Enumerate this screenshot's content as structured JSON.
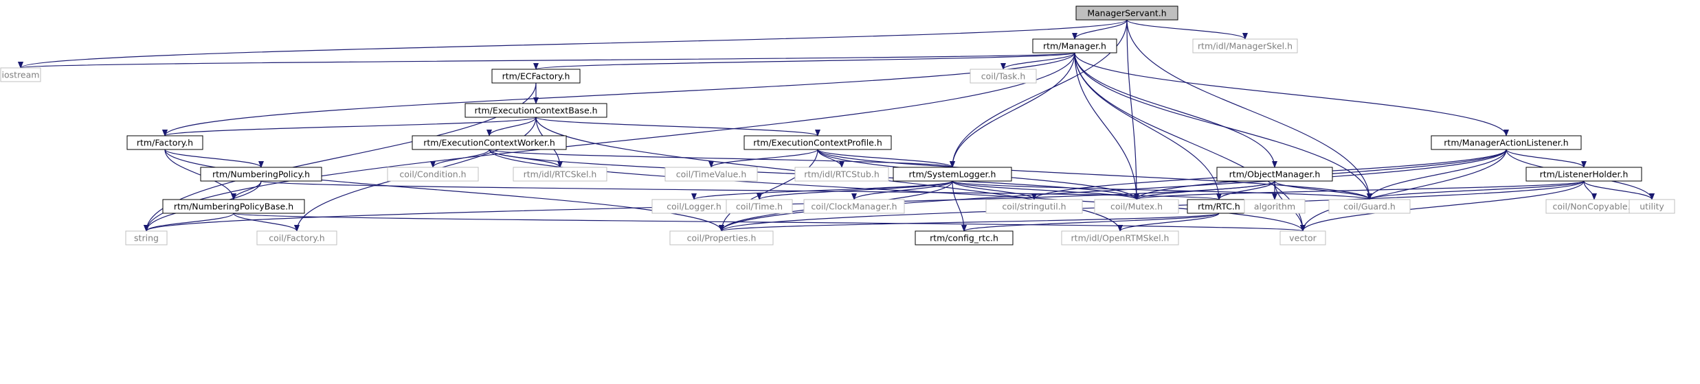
{
  "colors": {
    "edge": "#191970",
    "node_border_internal": "#000000",
    "node_border_external": "#bfbfbf",
    "root_fill": "#bfbfbf",
    "text_internal": "#000000",
    "text_external": "#7f7f7f"
  },
  "nodes": [
    {
      "id": "ManagerServant",
      "label": "ManagerServant.h",
      "kind": "root"
    },
    {
      "id": "Manager",
      "label": "rtm/Manager.h",
      "kind": "internal"
    },
    {
      "id": "ManagerSkel",
      "label": "rtm/idl/ManagerSkel.h",
      "kind": "external"
    },
    {
      "id": "iostream",
      "label": "iostream",
      "kind": "external"
    },
    {
      "id": "ECFactory",
      "label": "rtm/ECFactory.h",
      "kind": "internal"
    },
    {
      "id": "Task",
      "label": "coil/Task.h",
      "kind": "external"
    },
    {
      "id": "ECBase",
      "label": "rtm/ExecutionContextBase.h",
      "kind": "internal"
    },
    {
      "id": "Factory",
      "label": "rtm/Factory.h",
      "kind": "internal"
    },
    {
      "id": "ECWorker",
      "label": "rtm/ExecutionContextWorker.h",
      "kind": "internal"
    },
    {
      "id": "ECProfile",
      "label": "rtm/ExecutionContextProfile.h",
      "kind": "internal"
    },
    {
      "id": "MAListener",
      "label": "rtm/ManagerActionListener.h",
      "kind": "internal"
    },
    {
      "id": "NumPolicy",
      "label": "rtm/NumberingPolicy.h",
      "kind": "internal"
    },
    {
      "id": "Condition",
      "label": "coil/Condition.h",
      "kind": "external"
    },
    {
      "id": "RTCSkel",
      "label": "rtm/idl/RTCSkel.h",
      "kind": "external"
    },
    {
      "id": "TimeValue",
      "label": "coil/TimeValue.h",
      "kind": "external"
    },
    {
      "id": "RTCStub",
      "label": "rtm/idl/RTCStub.h",
      "kind": "external"
    },
    {
      "id": "SysLogger",
      "label": "rtm/SystemLogger.h",
      "kind": "internal"
    },
    {
      "id": "ObjManager",
      "label": "rtm/ObjectManager.h",
      "kind": "internal"
    },
    {
      "id": "ListenerHolder",
      "label": "rtm/ListenerHolder.h",
      "kind": "internal"
    },
    {
      "id": "NumPolicyBase",
      "label": "rtm/NumberingPolicyBase.h",
      "kind": "internal"
    },
    {
      "id": "Logger",
      "label": "coil/Logger.h",
      "kind": "external"
    },
    {
      "id": "Time",
      "label": "coil/Time.h",
      "kind": "external"
    },
    {
      "id": "ClockManager",
      "label": "coil/ClockManager.h",
      "kind": "external"
    },
    {
      "id": "stringutil",
      "label": "coil/stringutil.h",
      "kind": "external"
    },
    {
      "id": "Mutex",
      "label": "coil/Mutex.h",
      "kind": "external"
    },
    {
      "id": "RTC",
      "label": "rtm/RTC.h",
      "kind": "internal"
    },
    {
      "id": "algorithm",
      "label": "algorithm",
      "kind": "external"
    },
    {
      "id": "Guard",
      "label": "coil/Guard.h",
      "kind": "external"
    },
    {
      "id": "NonCopyable",
      "label": "coil/NonCopyable.h",
      "kind": "external"
    },
    {
      "id": "utility",
      "label": "utility",
      "kind": "external"
    },
    {
      "id": "string",
      "label": "string",
      "kind": "external"
    },
    {
      "id": "cFactory",
      "label": "coil/Factory.h",
      "kind": "external"
    },
    {
      "id": "Properties",
      "label": "coil/Properties.h",
      "kind": "external"
    },
    {
      "id": "config_rtc",
      "label": "rtm/config_rtc.h",
      "kind": "internal"
    },
    {
      "id": "OpenRTMSkel",
      "label": "rtm/idl/OpenRTMSkel.h",
      "kind": "external"
    },
    {
      "id": "vector",
      "label": "vector",
      "kind": "external"
    }
  ],
  "edges": [
    [
      "ManagerServant",
      "Manager"
    ],
    [
      "ManagerServant",
      "ManagerSkel"
    ],
    [
      "ManagerServant",
      "iostream"
    ],
    [
      "ManagerServant",
      "SysLogger"
    ],
    [
      "ManagerServant",
      "Mutex"
    ],
    [
      "ManagerServant",
      "Guard"
    ],
    [
      "Manager",
      "iostream"
    ],
    [
      "Manager",
      "string"
    ],
    [
      "Manager",
      "ECFactory"
    ],
    [
      "Manager",
      "Task"
    ],
    [
      "Manager",
      "Factory"
    ],
    [
      "Manager",
      "SysLogger"
    ],
    [
      "Manager",
      "Mutex"
    ],
    [
      "Manager",
      "RTC"
    ],
    [
      "Manager",
      "ObjManager"
    ],
    [
      "Manager",
      "Guard"
    ],
    [
      "Manager",
      "MAListener"
    ],
    [
      "Manager",
      "vector"
    ],
    [
      "ECFactory",
      "string"
    ],
    [
      "ECFactory",
      "ECBase"
    ],
    [
      "ECBase",
      "Factory"
    ],
    [
      "ECBase",
      "cFactory"
    ],
    [
      "ECBase",
      "ECWorker"
    ],
    [
      "ECBase",
      "RTCSkel"
    ],
    [
      "ECBase",
      "ECProfile"
    ],
    [
      "ECBase",
      "OpenRTMSkel"
    ],
    [
      "Factory",
      "NumPolicy"
    ],
    [
      "Factory",
      "NumPolicyBase"
    ],
    [
      "Factory",
      "Properties"
    ],
    [
      "ECWorker",
      "Condition"
    ],
    [
      "ECWorker",
      "RTCSkel"
    ],
    [
      "ECWorker",
      "SysLogger"
    ],
    [
      "ECWorker",
      "Mutex"
    ],
    [
      "ECWorker",
      "vector"
    ],
    [
      "ECProfile",
      "TimeValue"
    ],
    [
      "ECProfile",
      "RTCStub"
    ],
    [
      "ECProfile",
      "SysLogger"
    ],
    [
      "ECProfile",
      "Guard"
    ],
    [
      "ECProfile",
      "Mutex"
    ],
    [
      "ECProfile",
      "Properties"
    ],
    [
      "NumPolicy",
      "string"
    ],
    [
      "NumPolicy",
      "NumPolicyBase"
    ],
    [
      "NumPolicy",
      "RTC"
    ],
    [
      "NumPolicyBase",
      "string"
    ],
    [
      "NumPolicyBase",
      "cFactory"
    ],
    [
      "NumPolicyBase",
      "vector"
    ],
    [
      "SysLogger",
      "Logger"
    ],
    [
      "SysLogger",
      "Time"
    ],
    [
      "SysLogger",
      "ClockManager"
    ],
    [
      "SysLogger",
      "stringutil"
    ],
    [
      "SysLogger",
      "Mutex"
    ],
    [
      "SysLogger",
      "Guard"
    ],
    [
      "SysLogger",
      "config_rtc"
    ],
    [
      "SysLogger",
      "Properties"
    ],
    [
      "MAListener",
      "stringutil"
    ],
    [
      "MAListener",
      "Mutex"
    ],
    [
      "MAListener",
      "Guard"
    ],
    [
      "MAListener",
      "ListenerHolder"
    ],
    [
      "MAListener",
      "utility"
    ],
    [
      "MAListener",
      "vector"
    ],
    [
      "MAListener",
      "Properties"
    ],
    [
      "ObjManager",
      "Mutex"
    ],
    [
      "ObjManager",
      "RTC"
    ],
    [
      "ObjManager",
      "algorithm"
    ],
    [
      "ObjManager",
      "Guard"
    ],
    [
      "ObjManager",
      "vector"
    ],
    [
      "ObjManager",
      "string"
    ],
    [
      "ListenerHolder",
      "Mutex"
    ],
    [
      "ListenerHolder",
      "Guard"
    ],
    [
      "ListenerHolder",
      "NonCopyable"
    ],
    [
      "ListenerHolder",
      "utility"
    ],
    [
      "ListenerHolder",
      "vector"
    ],
    [
      "ListenerHolder",
      "Properties"
    ],
    [
      "RTC",
      "config_rtc"
    ],
    [
      "RTC",
      "OpenRTMSkel"
    ],
    [
      "RTC",
      "Properties"
    ]
  ]
}
